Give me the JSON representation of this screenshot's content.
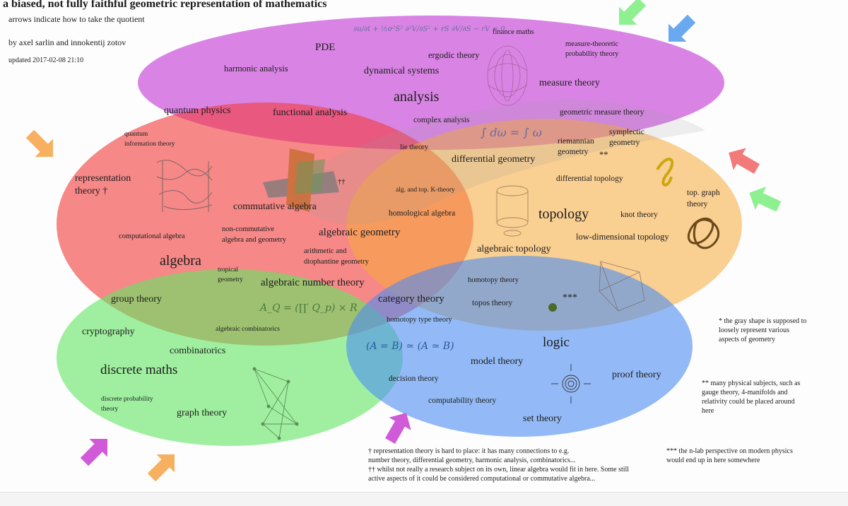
{
  "header": {
    "title": "a biased, not fully faithful geometric representation of mathematics",
    "subtitle": "arrows indicate how to take the quotient",
    "authors": "by axel sarlin and innokentij zotov",
    "updated": "updated 2017-02-08 21:10"
  },
  "colors": {
    "analysis": "#c43ad6",
    "algebra": "#f23a3a",
    "geometry": "#f7a93a",
    "discrete": "#63e663",
    "logic": "#4d8ef2",
    "arrow_orange": "#f7b060",
    "arrow_green": "#8ef090",
    "arrow_blue": "#6aa8f0",
    "arrow_red": "#f27a7a",
    "arrow_magenta": "#d05ad8"
  },
  "formulas": {
    "pde": "∂u/∂t + ½σ²S² ∂²V/∂S² + rS ∂V/∂S − rV = 0",
    "integral": "∫ dω = ∫ ω",
    "adele": "A_Q = (∏′ Q_p) × R",
    "univalence": "(A = B) ≃ (A ≃ B)"
  },
  "labels": {
    "pde": "PDE",
    "finance_maths": "finance maths",
    "measure_theoretic_1": "measure-theoretic",
    "measure_theoretic_2": "probability theory",
    "ergodic_theory": "ergodic theory",
    "harmonic_analysis": "harmonic analysis",
    "dynamical_systems": "dynamical systems",
    "measure_theory": "measure theory",
    "analysis": "analysis",
    "quantum_physics": "quantum physics",
    "functional_analysis": "functional analysis",
    "geometric_measure_theory": "geometric measure theory",
    "complex_analysis": "complex analysis",
    "quantum_info_1": "quantum",
    "quantum_info_2": "information theory",
    "riemannian_1": "riemannian",
    "riemannian_2": "geometry",
    "symplectic_1": "symplectic",
    "symplectic_2": "geometry",
    "lie_theory": "lie theory",
    "differential_geometry": "differential geometry",
    "double_star": "**",
    "representation_1": "representation",
    "representation_2": "theory †",
    "differential_topology": "differential topology",
    "double_dagger": "††",
    "k_theory": "alg. and top. K-theory",
    "top_graph_1": "top. graph",
    "top_graph_2": "theory",
    "commutative_algebra": "commutative algebra",
    "homological_algebra": "homological algebra",
    "topology": "topology",
    "knot_theory": "knot theory",
    "noncommutative_1": "non-commutative",
    "noncommutative_2": "algebra and geometry",
    "algebraic_geometry": "algebraic geometry",
    "computational_algebra": "computational algebra",
    "low_dimensional_topology": "low-dimensional topology",
    "algebraic_topology": "algebraic topology",
    "arithmetic_1": "arithmetic and",
    "arithmetic_2": "diophantine geometry",
    "algebra": "algebra",
    "tropical_1": "tropical",
    "tropical_2": "geometry",
    "algebraic_number_theory": "algebraic number theory",
    "homotopy_theory": "homotopy theory",
    "group_theory": "group theory",
    "category_theory": "category theory",
    "topos_theory": "topos theory",
    "triple_star": "***",
    "homotopy_type_theory": "homotopy type theory",
    "algebraic_combinatorics": "algebraic combinatorics",
    "cryptography": "cryptography",
    "logic": "logic",
    "combinatorics": "combinatorics",
    "model_theory": "model theory",
    "discrete_maths": "discrete maths",
    "proof_theory": "proof theory",
    "decision_theory": "decision theory",
    "discrete_prob_1": "discrete probability",
    "discrete_prob_2": "theory",
    "computability_theory": "computability theory",
    "graph_theory": "graph theory",
    "set_theory": "set theory"
  },
  "notes": {
    "gray_shape_1": "* the gray shape is supposed to",
    "gray_shape_2": "loosely represent various",
    "gray_shape_3": "aspects of geometry",
    "physical_1": "** many physical subjects, such as",
    "physical_2": "gauge theory, 4-manifolds and",
    "physical_3": "relativity could be placed around",
    "physical_4": "here",
    "nlab_1": "*** the n-lab perspective on modern physics",
    "nlab_2": "would end up in here somewhere",
    "rep_1": "† representation theory is hard to place: it has many connections to e.g.",
    "rep_2": "number theory, differential geometry, harmonic analysis, combinatorics...",
    "rep_3": "",
    "linear_1": "†† whilst not really a research subject on its own, linear algebra would fit in here. Some still",
    "linear_2": "active aspects of it could be considered computational or commutative algebra..."
  }
}
